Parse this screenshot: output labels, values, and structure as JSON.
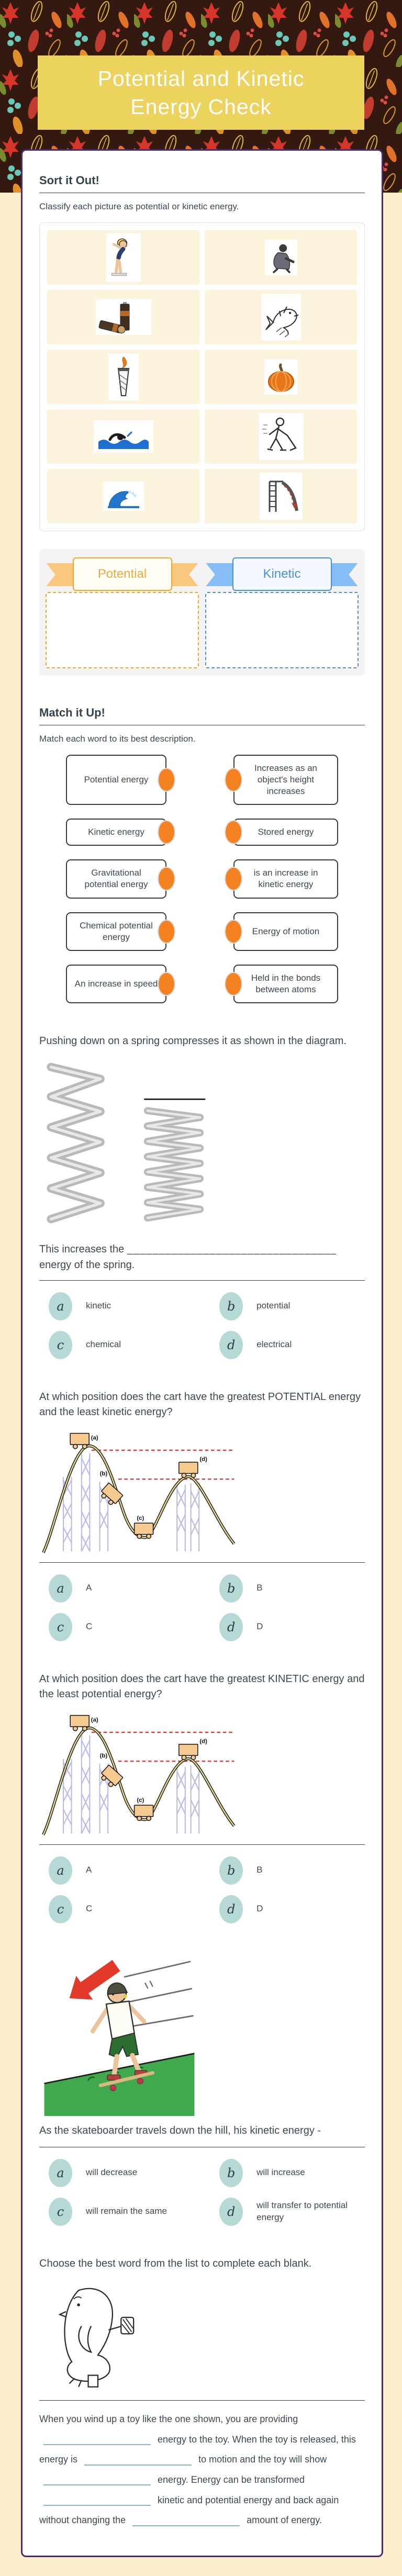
{
  "page": {
    "background": "#fdeecd",
    "card_border": "#4b2a72",
    "banner_color": "#ecd35e",
    "dot_color": "#f58220",
    "option_circle_color": "#b7d9d6",
    "blank_line_color": "#7fb9c6"
  },
  "header": {
    "title_line1": "Potential and Kinetic",
    "title_line2": "Energy Check"
  },
  "sort": {
    "title": "Sort it Out!",
    "prompt": "Classify each picture as potential or kinetic energy.",
    "items": [
      {
        "name": "diver"
      },
      {
        "name": "kneeling-child"
      },
      {
        "name": "batteries"
      },
      {
        "name": "jumping-fish"
      },
      {
        "name": "torch"
      },
      {
        "name": "pumpkin"
      },
      {
        "name": "swimmer"
      },
      {
        "name": "hockey-player"
      },
      {
        "name": "ocean-wave"
      },
      {
        "name": "slide"
      }
    ],
    "bins": [
      {
        "label": "Potential",
        "color": "#f5a623"
      },
      {
        "label": "Kinetic",
        "color": "#4a90d8"
      }
    ]
  },
  "match": {
    "title": "Match it Up!",
    "prompt": "Match each word to its best description.",
    "pairs": [
      {
        "term": "Potential energy",
        "description": "Increases as an object's height increases"
      },
      {
        "term": "Kinetic energy",
        "description": "Stored energy"
      },
      {
        "term": "Gravitational potential energy",
        "description": "is an increase in kinetic energy"
      },
      {
        "term": "Chemical potential energy",
        "description": "Energy of motion"
      },
      {
        "term": "An increase in speed",
        "description": "Held in the bonds between atoms"
      }
    ]
  },
  "spring": {
    "question": "Pushing down on a spring compresses it as shown in the diagram.",
    "fill_start": "This increases the",
    "blank": "_________________________________",
    "fill_end": "energy of the spring.",
    "options": [
      {
        "letter": "a",
        "label": "kinetic"
      },
      {
        "letter": "b",
        "label": "potential"
      },
      {
        "letter": "c",
        "label": "chemical"
      },
      {
        "letter": "d",
        "label": "electrical"
      }
    ]
  },
  "q_potential": {
    "question": "At which position does the cart have the greatest POTENTIAL energy and the least kinetic energy?",
    "diagram_labels": [
      "(a)",
      "(b)",
      "(c)",
      "(d)"
    ],
    "options": [
      {
        "letter": "a",
        "label": "A"
      },
      {
        "letter": "b",
        "label": "B"
      },
      {
        "letter": "c",
        "label": "C"
      },
      {
        "letter": "d",
        "label": "D"
      }
    ]
  },
  "q_kinetic": {
    "question": "At which position does the cart have the greatest KINETIC energy and the least potential energy?",
    "options": [
      {
        "letter": "a",
        "label": "A"
      },
      {
        "letter": "b",
        "label": "B"
      },
      {
        "letter": "c",
        "label": "C"
      },
      {
        "letter": "d",
        "label": "D"
      }
    ]
  },
  "skateboard": {
    "question": "As the skateboarder travels down the hill, his kinetic energy -",
    "options": [
      {
        "letter": "a",
        "label": "will decrease"
      },
      {
        "letter": "b",
        "label": "will increase"
      },
      {
        "letter": "c",
        "label": "will remain the same"
      },
      {
        "letter": "d",
        "label": "will transfer to potential energy"
      }
    ]
  },
  "cloze": {
    "prompt": "Choose the best word from the list to complete each blank.",
    "line1": "When you wind up a toy like the one shown, you are providing",
    "line2_after": "energy to the toy. When the toy is released, this",
    "line3_before": "energy is",
    "line3_after": "to motion and the toy will show",
    "line4_after": "energy. Energy can be transformed",
    "line5_after": "kinetic and potential energy and back again",
    "line6_before": "without changing the",
    "line6_after": "amount of energy."
  }
}
